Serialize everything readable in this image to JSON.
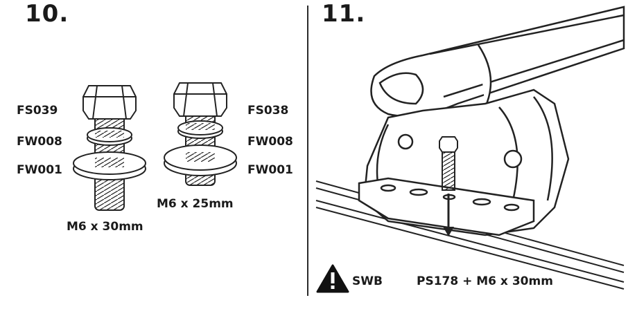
{
  "step_10": {
    "number": "10.",
    "parts": {
      "left_bolt": [
        "FS039",
        "FW008",
        "FW001"
      ],
      "right_bolt": [
        "FS038",
        "FW008",
        "FW001"
      ]
    },
    "left_size": "M6 x 30mm",
    "right_size": "M6 x 25mm"
  },
  "step_11": {
    "number": "11.",
    "warning_label": "SWB",
    "part_label": "PS178 + M6 x 30mm"
  },
  "icons": [
    "warning-triangle-icon",
    "down-arrow-icon"
  ]
}
